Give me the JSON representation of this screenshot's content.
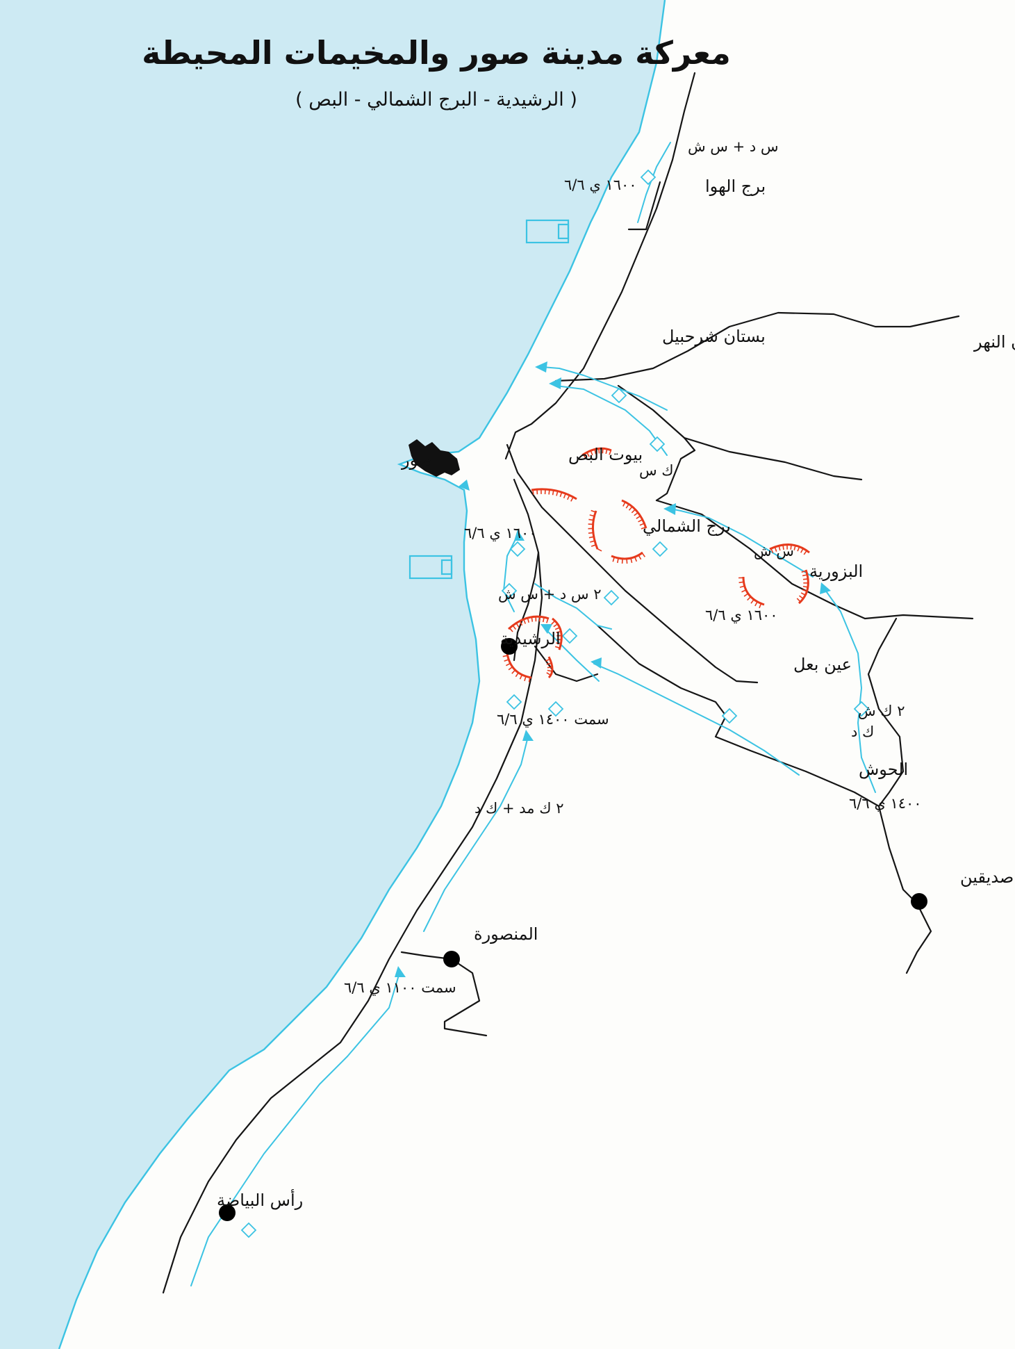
{
  "map": {
    "title": "معركة مدينة صور والمخيمات المحيطة",
    "subtitle": "( الرشيدية - البرج الشمالي - البص )",
    "colors": {
      "sea": "#cdeaf3",
      "coast": "#3cc3e3",
      "advance": "#3cc3e3",
      "road": "#151515",
      "defense": "#e63a1c",
      "town_marker": "#000000"
    },
    "places": {
      "tyre": "صور",
      "burj_hawa": "برج الهوا",
      "bustan": "بستان شرحبيل",
      "dir_qanun": "دير قانون النهر",
      "buss": "بيوت البص",
      "burj_shemali": "برج الشمالي",
      "bazuriyeh": "البزورية",
      "rashidieh": "الرشيدية",
      "ain_baal": "عين بعل",
      "hawsh": "الحوش",
      "sadiqin": "صديقين",
      "mansoura": "المنصورة",
      "ras_bayyada": "رأس البياضة"
    },
    "units": {
      "north_coast": "س د + س ش",
      "north_buss": "ك س",
      "bazuriyeh_unit": "س ش",
      "south_rashidieh": "٢ س د + س ش",
      "coast_road": "٢ ك مد + ك د",
      "hawsh_unit_1": "٢ ك ش",
      "hawsh_unit_2": "ك د"
    },
    "times": {
      "north_sea": "١٦٠٠ ي ٦/٦",
      "mid_sea": "١٦٠٠ ي ٦/٦",
      "inland": "١٦٠٠ ي ٦/٦",
      "rashidieh_south": "سمت ١٤٠٠ ي ٦/٦",
      "hawsh_time": "١٤٠٠ ي ٦/٦",
      "mansoura_time": "سمت ١١٠٠ ي ٦/٦"
    }
  }
}
